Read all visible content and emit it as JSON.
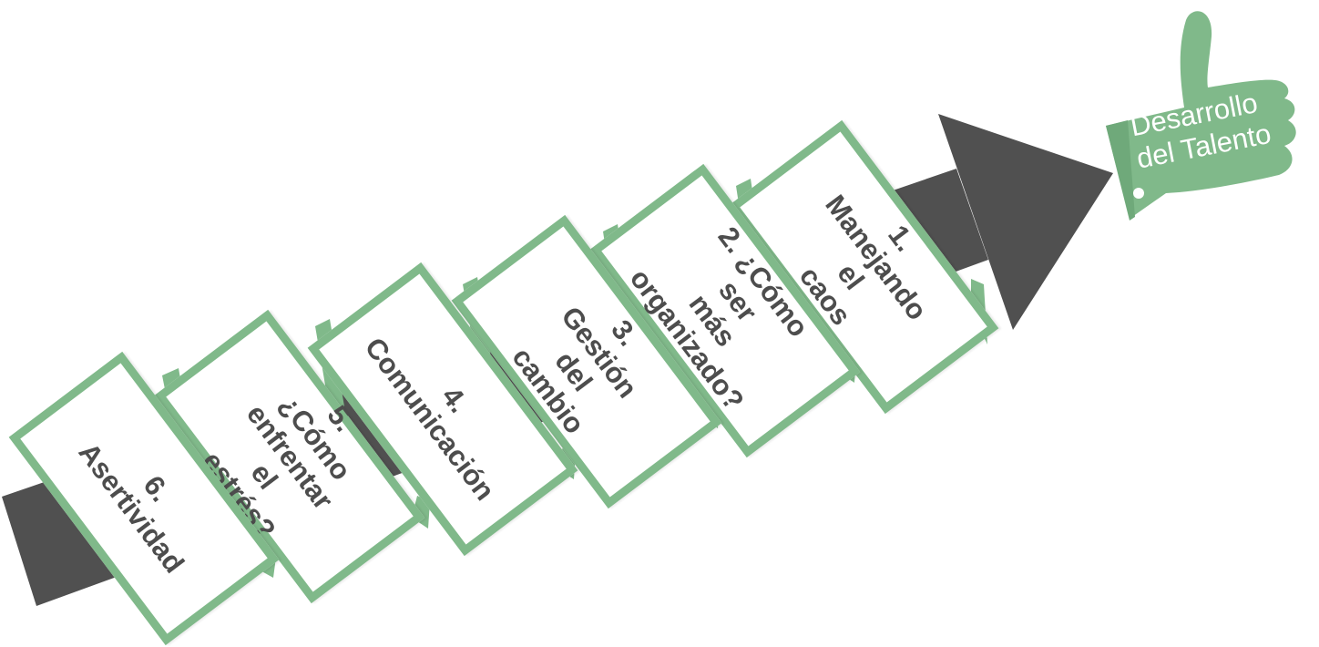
{
  "goal": {
    "label": "Desarrollo\ndel Talento",
    "icon": "thumbs-up-icon"
  },
  "steps": [
    {
      "label": "1. Manejando el\ncaos"
    },
    {
      "label": "2. ¿Cómo ser\nmás organizado?"
    },
    {
      "label": "3. Gestión del\ncambio"
    },
    {
      "label": "4. Comunicación"
    },
    {
      "label": "5. ¿Cómo enfrentar\nel estrés?"
    },
    {
      "label": "6. Asertividad"
    }
  ],
  "colors": {
    "arrow": "#505050",
    "green": "#80b98a",
    "text": "#4d4d4d",
    "card": "#ffffff"
  }
}
